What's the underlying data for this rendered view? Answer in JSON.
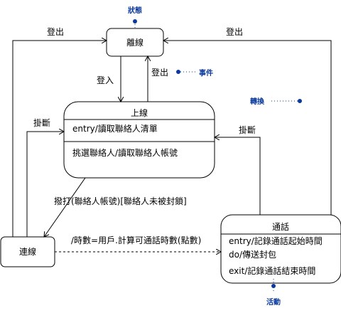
{
  "annotations": {
    "state": "狀態",
    "event": "事件",
    "transition": "轉換",
    "activity": "活動"
  },
  "states": {
    "offline": {
      "name": "離線"
    },
    "online": {
      "name": "上線",
      "entry": "entry/讀取聯絡人清單",
      "activity": "挑選聯絡人/讀取聯絡人帳號"
    },
    "connect": {
      "name": "連線"
    },
    "call": {
      "name": "通話",
      "entry": "entry/記錄通話起始時間",
      "do": "do/傳送封包",
      "exit": "exit/記錄通話結束時間"
    }
  },
  "transitions": {
    "logout_left": "登出",
    "logout_right": "登出",
    "login": "登入",
    "logout_mid": "登出",
    "hangup_left": "掛斷",
    "hangup_right": "掛斷",
    "dial": "撥打(聯絡人帳號)[聯絡人未被封鎖]",
    "compute": "/時數=用戶.計算可通話時數(點數)"
  }
}
